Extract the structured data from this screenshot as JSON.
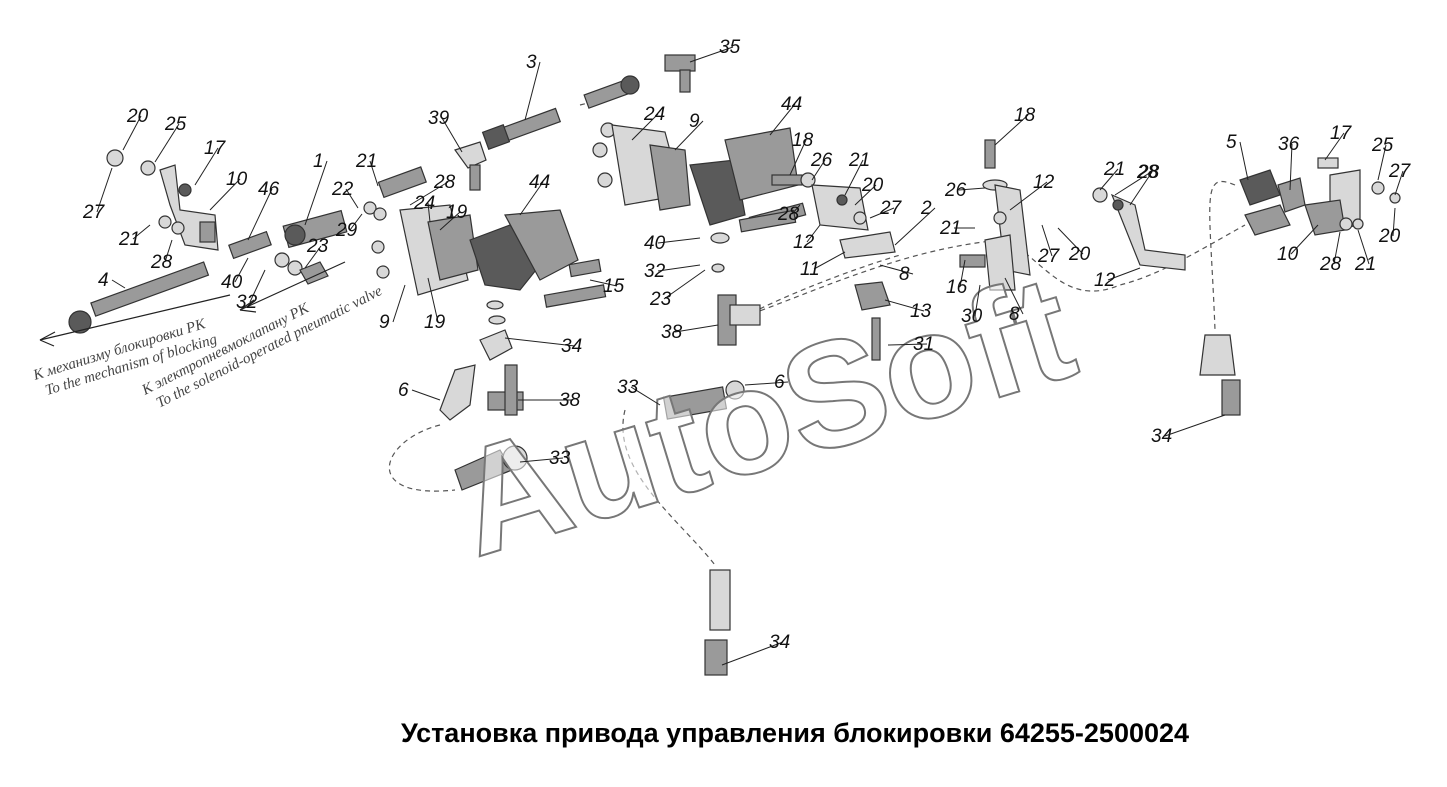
{
  "caption": "Установка привода управления блокировки 64255-2500024",
  "watermark": "AutoSoft",
  "notes": [
    {
      "id": "note-mechanism",
      "ru": "К механизму блокировки РК",
      "en": "To the mechanism of blocking"
    },
    {
      "id": "note-valve",
      "ru": "К электропневмоклапану РК",
      "en": "To the solenoid-operated pneumatic valve"
    }
  ],
  "callouts": [
    "20",
    "25",
    "17",
    "27",
    "10",
    "21",
    "28",
    "4",
    "46",
    "40",
    "32",
    "23",
    "22",
    "29",
    "1",
    "21",
    "28",
    "24",
    "19",
    "9",
    "19",
    "39",
    "3",
    "35",
    "24",
    "9",
    "44",
    "44",
    "18",
    "26",
    "21",
    "20",
    "27",
    "28",
    "12",
    "15",
    "40",
    "32",
    "23",
    "38",
    "34",
    "6",
    "38",
    "33",
    "6",
    "33",
    "11",
    "8",
    "13",
    "31",
    "2",
    "21",
    "26",
    "28",
    "18",
    "12",
    "16",
    "30",
    "8",
    "27",
    "20",
    "21",
    "28",
    "12",
    "5",
    "36",
    "17",
    "25",
    "27",
    "10",
    "28",
    "21",
    "20",
    "34",
    "34"
  ],
  "colors": {
    "ink": "#111111",
    "part_dark": "#5a5a5a",
    "part_mid": "#9a9a9a",
    "part_light": "#d8d8d8"
  }
}
